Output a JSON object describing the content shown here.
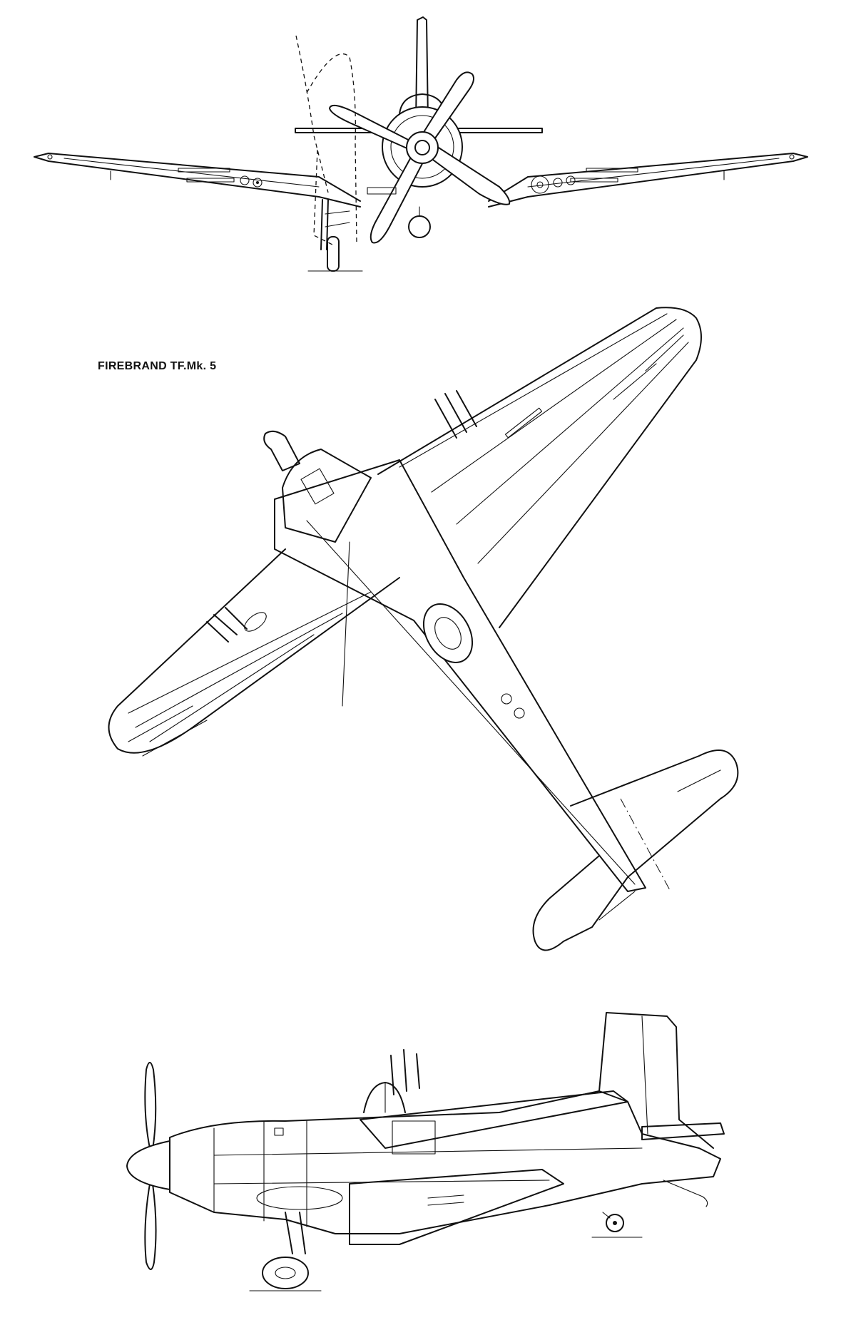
{
  "drawing": {
    "title": "FIREBRAND TF.Mk. 5",
    "views": [
      {
        "name": "front-view",
        "icon": "aircraft-front-view"
      },
      {
        "name": "plan-view",
        "icon": "aircraft-top-view"
      },
      {
        "name": "side-view",
        "icon": "aircraft-side-view"
      }
    ],
    "line_color": "#111111",
    "background": "#ffffff"
  }
}
